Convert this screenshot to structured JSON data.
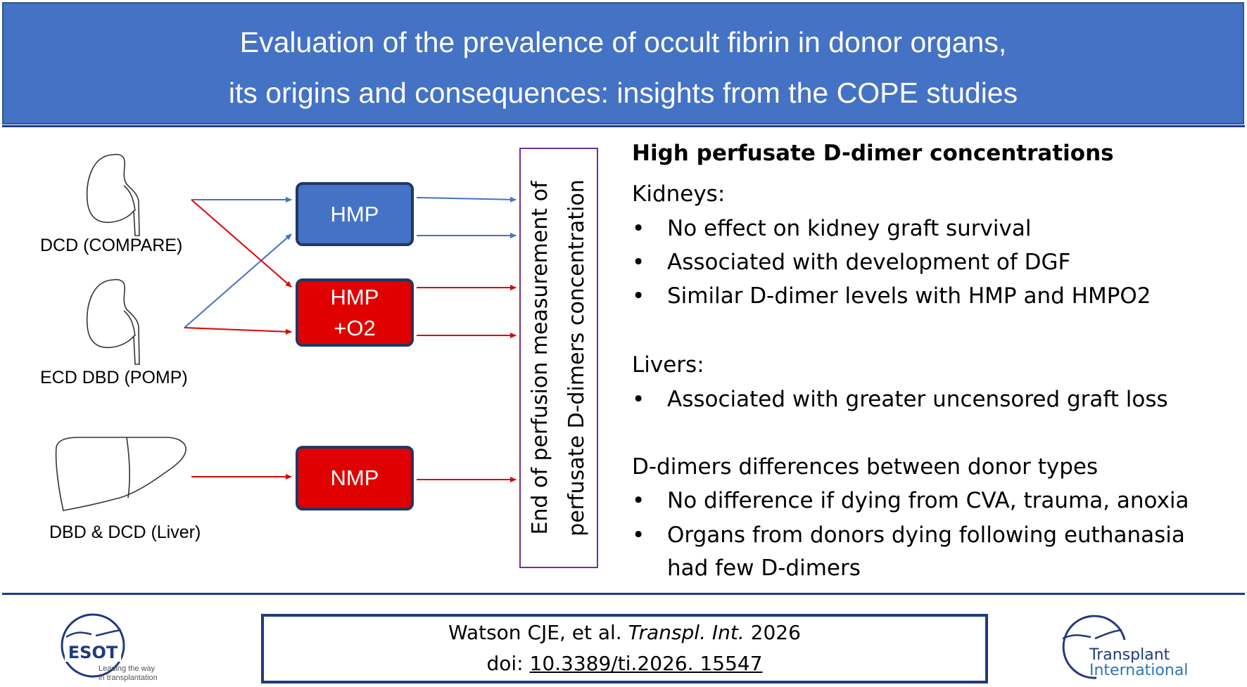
{
  "header": {
    "title_line1": "Evaluation of the prevalence of occult fibrin in donor organs,",
    "title_line2": "its origins and consequences: insights from the COPE studies"
  },
  "organs": {
    "kidney_dcd_label": "DCD (COMPARE)",
    "kidney_ecd_label": "ECD DBD (POMP)",
    "liver_label": "DBD & DCD (Liver)"
  },
  "boxes": {
    "hmp": "HMP",
    "hmpo2_line1": "HMP",
    "hmpo2_line2": "+O2",
    "nmp": "NMP"
  },
  "end_box": {
    "line1": "End of perfusion measurement of",
    "line2": "perfusate D-dimers concentration"
  },
  "findings": {
    "heading": "High perfusate D-dimer concentrations",
    "kidneys_label": "Kidneys:",
    "kidneys": [
      "No effect on kidney graft survival",
      "Associated with development of DGF",
      "Similar D-dimer levels with HMP and HMPO2"
    ],
    "livers_label": "Livers:",
    "livers": [
      "Associated with greater uncensored graft loss"
    ],
    "donor_label": "D-dimers differences between donor types",
    "donor": [
      "No difference if dying from CVA, trauma, anoxia",
      "Organs from donors dying following euthanasia",
      "had few D-dimers"
    ],
    "bullet": "•"
  },
  "citation": {
    "authors": "Watson CJE, et al. ",
    "journal": "Transpl. Int.",
    "year": " 2026",
    "doi_label": "doi: ",
    "doi": "10.3389/ti.2026. 15547 "
  },
  "logos": {
    "esot_name": "ESOT",
    "esot_tagline1": "Leading the way",
    "esot_tagline2": "in transplantation",
    "ti_line1": "Transplant",
    "ti_line2": "International"
  },
  "colors": {
    "header_blue": "#4472c4",
    "box_red": "#e00000",
    "arrow_red": "#e00000",
    "arrow_blue": "#4472c4",
    "end_box_border": "#7030a0",
    "rule_navy": "#1f3a93"
  }
}
